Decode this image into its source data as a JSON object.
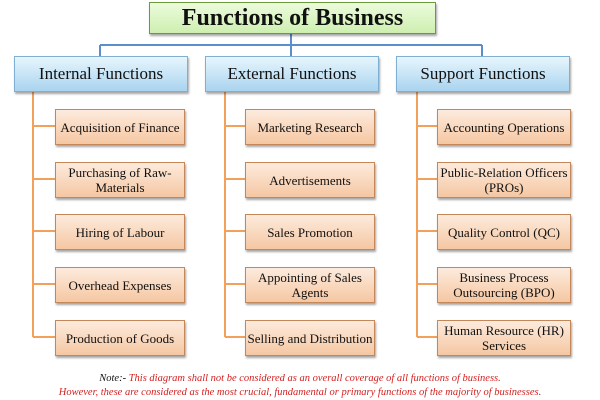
{
  "title": "Functions of Business",
  "columns": [
    {
      "heading": "Internal Functions",
      "items": [
        "Acquisition of Finance",
        "Purchasing of Raw-Materials",
        "Hiring of Labour",
        "Overhead Expenses",
        "Production of Goods"
      ]
    },
    {
      "heading": "External Functions",
      "items": [
        "Marketing Research",
        "Advertisements",
        "Sales Promotion",
        "Appointing of Sales Agents",
        "Selling and Distribution"
      ]
    },
    {
      "heading": "Support Functions",
      "items": [
        "Accounting Operations",
        "Public-Relation Officers (PROs)",
        "Quality Control (QC)",
        "Business Process Outsourcing (BPO)",
        "Human Resource (HR) Services"
      ]
    }
  ],
  "note": {
    "label": "Note:-",
    "line1": "This diagram shall not be considered as an overall coverage of all functions of business.",
    "line2": "However, these are considered as the most crucial, fundamental or primary functions of the majority of businesses."
  },
  "colors": {
    "connector_blue": "#5b8fc9",
    "connector_orange": "#f2a15c",
    "note_red": "#d21f1f"
  }
}
